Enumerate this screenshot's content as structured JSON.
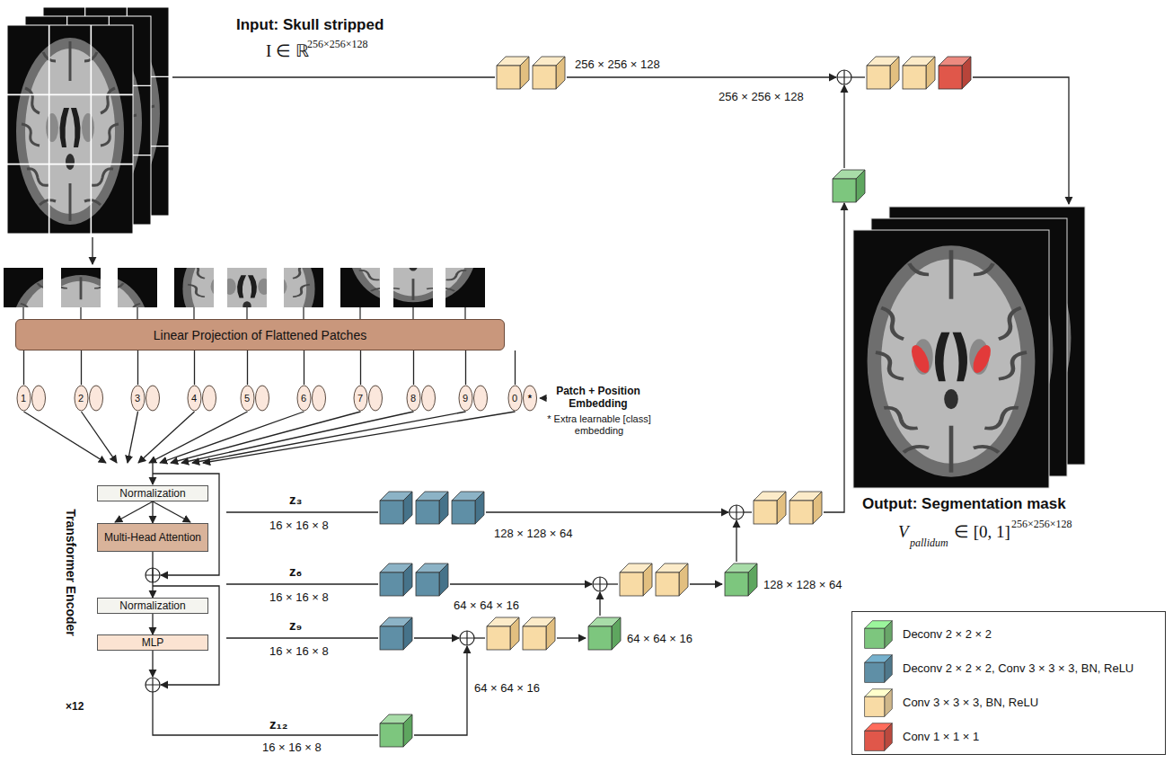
{
  "diagram": {
    "nodes": [
      {
        "text": [
          "Linear Projection of Flattened Patches"
        ]
      },
      {
        "text": [
          "1"
        ]
      },
      {
        "text": [
          "2"
        ]
      },
      {
        "text": [
          "3"
        ]
      },
      {
        "text": [
          "4"
        ]
      },
      {
        "text": [
          "5"
        ]
      },
      {
        "text": [
          "6"
        ]
      },
      {
        "text": [
          "7"
        ]
      },
      {
        "text": [
          "8"
        ]
      },
      {
        "text": [
          "9"
        ]
      },
      {
        "text": [
          "0",
          "*"
        ]
      },
      {
        "text": [
          "Transformer Encoder",
          "×12"
        ]
      },
      {
        "text": [
          "Normalization"
        ],
        "in": 11
      },
      {
        "text": [
          "Multi-Head Attention"
        ],
        "in": 11
      },
      {
        "text": [
          "Normalization"
        ],
        "in": 11
      },
      {
        "text": [
          "MLP"
        ],
        "in": 11
      }
    ],
    "edges": [
      {
        "from": 0,
        "to": 1,
        "arrow": "none"
      },
      {
        "from": 0,
        "to": 2,
        "arrow": "none"
      },
      {
        "from": 0,
        "to": 3,
        "arrow": "none"
      },
      {
        "from": 0,
        "to": 4,
        "arrow": "none"
      },
      {
        "from": 0,
        "to": 5,
        "arrow": "none"
      },
      {
        "from": 0,
        "to": 6,
        "arrow": "none"
      },
      {
        "from": 0,
        "to": 7,
        "arrow": "none"
      },
      {
        "from": 0,
        "to": 8,
        "arrow": "none"
      },
      {
        "from": 0,
        "to": 9,
        "arrow": "none"
      },
      {
        "from": 0,
        "to": 10,
        "arrow": "none"
      },
      {
        "from": 1,
        "to": 11,
        "arrow": "to"
      },
      {
        "from": 2,
        "to": 11,
        "arrow": "to"
      },
      {
        "from": 3,
        "to": 11,
        "arrow": "to"
      },
      {
        "from": 4,
        "to": 11,
        "arrow": "to"
      },
      {
        "from": 5,
        "to": 11,
        "arrow": "to"
      },
      {
        "from": 6,
        "to": 11,
        "arrow": "to"
      },
      {
        "from": 7,
        "to": 11,
        "arrow": "to"
      },
      {
        "from": 8,
        "to": 11,
        "arrow": "to"
      },
      {
        "from": 9,
        "to": 11,
        "arrow": "to"
      },
      {
        "from": 10,
        "to": 11,
        "arrow": "to"
      },
      {
        "from": 12,
        "to": 13,
        "arrow": "to"
      },
      {
        "from": 13,
        "to": 14,
        "arrow": "to"
      },
      {
        "from": 14,
        "to": 15,
        "arrow": "to"
      }
    ],
    "labels": [
      "Input: Skull stripped",
      "I ∈ ℝ",
      "256×256×128",
      "256 × 256 × 128",
      "256 × 256 × 128",
      "Patch + Position Embedding",
      "* Extra learnable [class] embedding",
      "z₃",
      "16 × 16 × 8",
      "z₆",
      "16 × 16 × 8",
      "z₉",
      "16 × 16 × 8",
      "z₁₂",
      "16 × 16 × 8",
      "128 × 128 × 64",
      "64 × 64 × 16",
      "64 × 64 × 16",
      "64 × 64 × 16",
      "128 × 128 × 64",
      "Output: Segmentation mask",
      "V",
      "pallidum",
      "∈ [0, 1]",
      "256×256×128"
    ],
    "legend": [
      {
        "text": "Deconv 2 × 2 × 2",
        "color": "#7dc67e"
      },
      {
        "text": "Deconv 2 × 2 × 2, Conv 3 × 3 × 3, BN, ReLU",
        "color": "#5f8fa6"
      },
      {
        "text": "Conv 3 × 3 × 3, BN, ReLU",
        "color": "#f8dba5"
      },
      {
        "text": "Conv 1 × 1 × 1",
        "color": "#e0574a"
      }
    ]
  }
}
